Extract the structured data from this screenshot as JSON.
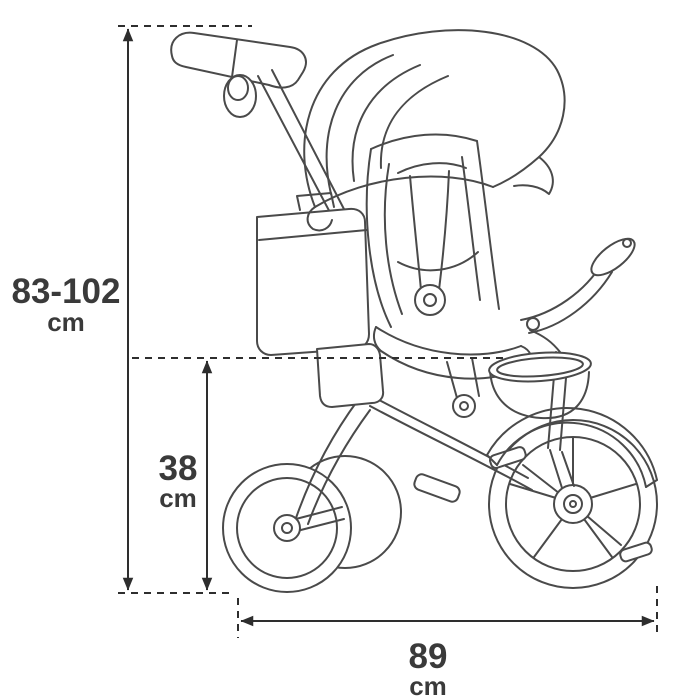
{
  "diagram": {
    "dimensions": {
      "height": {
        "value": "83-102",
        "unit": "cm"
      },
      "seat_height": {
        "value": "38",
        "unit": "cm"
      },
      "length": {
        "value": "89",
        "unit": "cm"
      }
    },
    "colors": {
      "background": "#ffffff",
      "drawing_line": "#4a4a4a",
      "dimension_line": "#2e2e2e",
      "text": "#3a3a3a"
    }
  }
}
